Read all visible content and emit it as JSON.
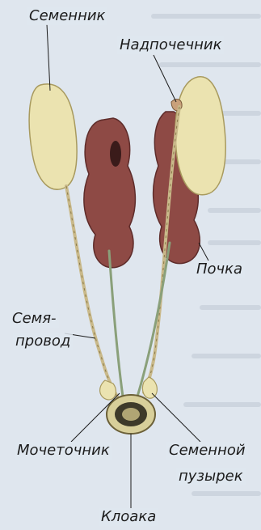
{
  "labels": {
    "testis": "Семенник",
    "adrenal": "Надпочечник",
    "kidney": "Почка",
    "vas_deferens_line1": "Семя-",
    "vas_deferens_line2": "провод",
    "ureter": "Мочеточник",
    "seminal_vesicle_line1": "Семенной",
    "seminal_vesicle_line2": "пузырек",
    "cloaca": "Клоака"
  },
  "colors": {
    "background": "#dfe6ee",
    "testis_fill": "#ebe3b0",
    "kidney_fill": "#8e4a45",
    "kidney_shade": "#6b3230",
    "duct": "#c9b98a",
    "ureter": "#8aa07a",
    "cloaca": "#d8cf9a"
  }
}
